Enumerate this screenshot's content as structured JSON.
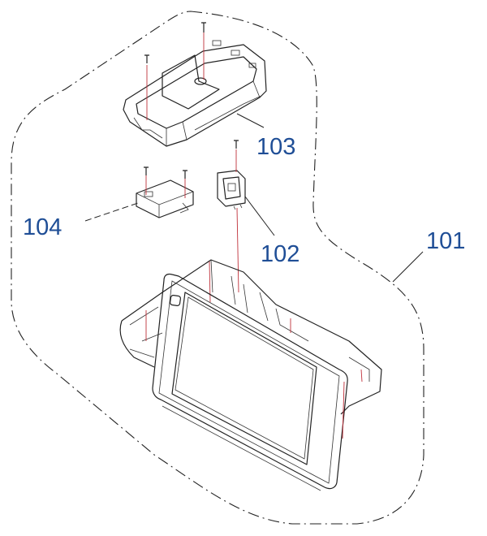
{
  "diagram": {
    "type": "exploded-parts-diagram",
    "callouts": [
      {
        "id": "101",
        "label": "101"
      },
      {
        "id": "102",
        "label": "102"
      },
      {
        "id": "103",
        "label": "103"
      },
      {
        "id": "104",
        "label": "104"
      }
    ],
    "colors": {
      "callout": "#1f4e96",
      "axis_line": "#c0303a",
      "outline": "#222222"
    }
  }
}
